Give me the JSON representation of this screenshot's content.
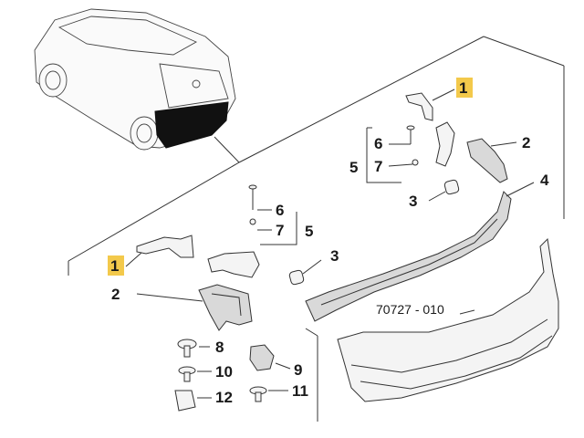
{
  "diagram": {
    "drawing_code": "70727 - 010",
    "callouts": [
      "1",
      "2",
      "3",
      "4",
      "5",
      "6",
      "7",
      "8",
      "9",
      "10",
      "11",
      "12"
    ],
    "highlight_color": "#f3c94b",
    "line_color": "#333333"
  }
}
